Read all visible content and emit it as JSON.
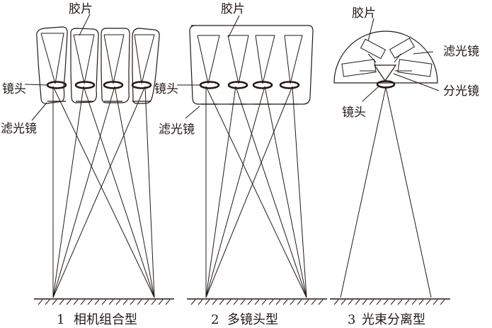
{
  "labels": {
    "film": "胶片",
    "lens": "镜头",
    "filter": "滤光镜",
    "splitter": "分光镜"
  },
  "captions": {
    "num1": "1",
    "title1": "相机组合型",
    "num2": "2",
    "title2": "多镜头型",
    "num3": "3",
    "title3": "光束分离型"
  },
  "colors": {
    "ink": "#231815",
    "background": "#ffffff"
  }
}
